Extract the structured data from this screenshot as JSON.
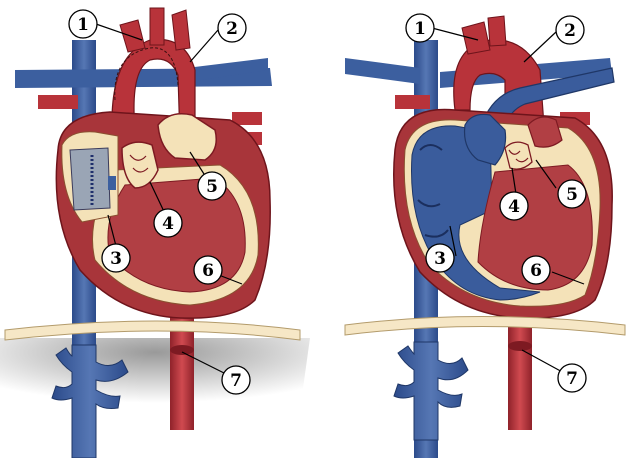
{
  "colors": {
    "vein": "#3a5c9c",
    "vein_dark": "#233f78",
    "artery": "#b8333a",
    "artery_dark": "#7d1a22",
    "muscle": "#a8353a",
    "lining": "#f4e2b8",
    "diaphragm": "#f6e7c6",
    "patch": "#9aa5b5",
    "shadow": "#a9a9a9"
  },
  "panels": [
    {
      "id": "left",
      "callouts": [
        {
          "key": "1",
          "label": "1"
        },
        {
          "key": "2",
          "label": "2"
        },
        {
          "key": "3",
          "label": "3"
        },
        {
          "key": "4",
          "label": "4"
        },
        {
          "key": "5",
          "label": "5"
        },
        {
          "key": "6",
          "label": "6"
        },
        {
          "key": "7",
          "label": "7"
        }
      ]
    },
    {
      "id": "right",
      "callouts": [
        {
          "key": "1",
          "label": "1"
        },
        {
          "key": "2",
          "label": "2"
        },
        {
          "key": "3",
          "label": "3"
        },
        {
          "key": "4",
          "label": "4"
        },
        {
          "key": "5",
          "label": "5"
        },
        {
          "key": "6",
          "label": "6"
        },
        {
          "key": "7",
          "label": "7"
        }
      ]
    }
  ]
}
